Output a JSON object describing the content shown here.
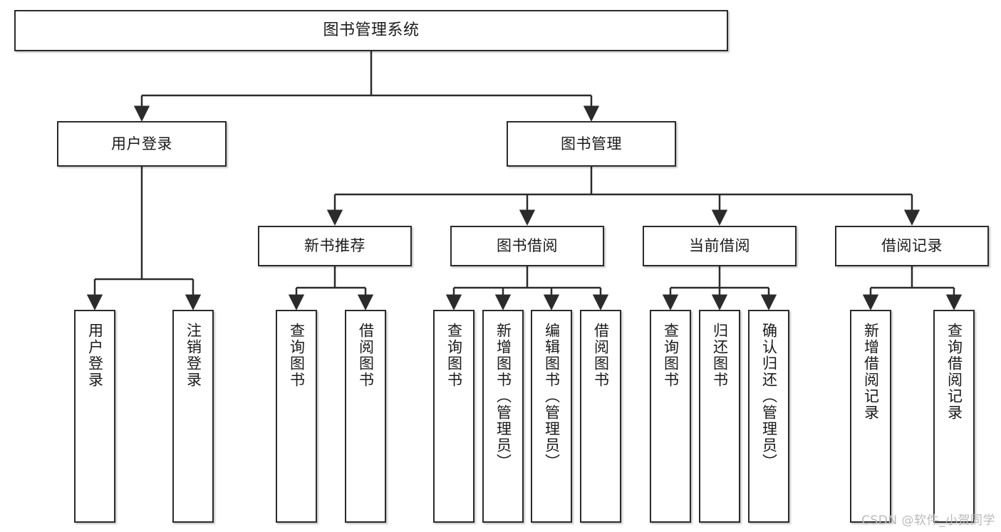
{
  "diagram": {
    "title": "图书管理系统",
    "watermark": "CSDN @软件_小贺同学",
    "colors": {
      "box_border": "#2b2b2b",
      "box_fill": "#ffffff",
      "connector": "#2b2b2b",
      "text": "#1a1a1a",
      "watermark": "#b9b9b9"
    }
  },
  "nodes": {
    "root": {
      "label": "图书管理系统"
    },
    "level2": [
      {
        "label": "用户登录"
      },
      {
        "label": "图书管理"
      }
    ],
    "level3": [
      {
        "label": "新书推荐"
      },
      {
        "label": "图书借阅"
      },
      {
        "label": "当前借阅"
      },
      {
        "label": "借阅记录"
      }
    ],
    "leaves": {
      "user_login": [
        {
          "label": "用户登录"
        },
        {
          "label": "注销登录"
        }
      ],
      "new_book": [
        {
          "label": "查询图书"
        },
        {
          "label": "借阅图书"
        }
      ],
      "book_borrow": [
        {
          "label": "查询图书"
        },
        {
          "label": "新增图书（管理员）"
        },
        {
          "label": "编辑图书（管理员）"
        },
        {
          "label": "借阅图书"
        }
      ],
      "current_borrow": [
        {
          "label": "查询图书"
        },
        {
          "label": "归还图书"
        },
        {
          "label": "确认归还（管理员）"
        }
      ],
      "borrow_record": [
        {
          "label": "新增借阅记录"
        },
        {
          "label": "查询借阅记录"
        }
      ]
    }
  },
  "chart_data": {
    "type": "tree",
    "title": "图书管理系统",
    "root": "图书管理系统",
    "edges": [
      [
        "图书管理系统",
        "用户登录"
      ],
      [
        "图书管理系统",
        "图书管理"
      ],
      [
        "用户登录",
        "用户登录"
      ],
      [
        "用户登录",
        "注销登录"
      ],
      [
        "图书管理",
        "新书推荐"
      ],
      [
        "图书管理",
        "图书借阅"
      ],
      [
        "图书管理",
        "当前借阅"
      ],
      [
        "图书管理",
        "借阅记录"
      ],
      [
        "新书推荐",
        "查询图书"
      ],
      [
        "新书推荐",
        "借阅图书"
      ],
      [
        "图书借阅",
        "查询图书"
      ],
      [
        "图书借阅",
        "新增图书（管理员）"
      ],
      [
        "图书借阅",
        "编辑图书（管理员）"
      ],
      [
        "图书借阅",
        "借阅图书"
      ],
      [
        "当前借阅",
        "查询图书"
      ],
      [
        "当前借阅",
        "归还图书"
      ],
      [
        "当前借阅",
        "确认归还（管理员）"
      ],
      [
        "借阅记录",
        "新增借阅记录"
      ],
      [
        "借阅记录",
        "查询借阅记录"
      ]
    ]
  }
}
